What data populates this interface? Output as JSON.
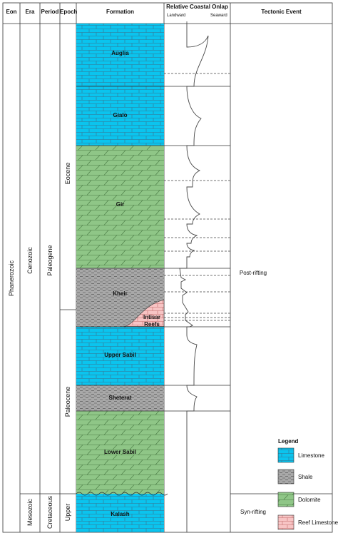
{
  "headers": {
    "eon": "Eon",
    "era": "Era",
    "period": "Period",
    "epoch": "Epoch",
    "formation": "Formation",
    "onlap": "Relative Coastal Onlap",
    "landward": "Landward",
    "seaward": "Seaward",
    "tectonic": "Tectonic Event"
  },
  "eons": [
    {
      "label": "Phanerozoic"
    }
  ],
  "eras": [
    {
      "label": "Cenozoic"
    },
    {
      "label": "Mesozoic"
    }
  ],
  "periods": [
    {
      "label": "Paleogene"
    },
    {
      "label": "Cretaceous"
    }
  ],
  "epochs": [
    {
      "label": "Eocene"
    },
    {
      "label": "Paleocene"
    },
    {
      "label": "Upper"
    }
  ],
  "formations": [
    {
      "label": "Auglia",
      "lithology": "limestone"
    },
    {
      "label": "Gialo",
      "lithology": "limestone"
    },
    {
      "label": "Gir",
      "lithology": "dolomite"
    },
    {
      "label": "Kheir",
      "lithology": "shale"
    },
    {
      "label": "Upper Sabil",
      "lithology": "limestone"
    },
    {
      "label": "Sheterat",
      "lithology": "shale"
    },
    {
      "label": "Lower Sabil",
      "lithology": "dolomite"
    },
    {
      "label": "Kalash",
      "lithology": "limestone"
    }
  ],
  "reef": {
    "label_line1": "Intisar",
    "label_line2": "Reefs",
    "lithology": "reef limestone"
  },
  "tectonic_events": [
    {
      "label": "Post-rifting"
    },
    {
      "label": "Syn-rifting"
    }
  ],
  "legend": {
    "title": "Legend",
    "items": [
      {
        "label": "Limestone",
        "pattern": "limestone"
      },
      {
        "label": "Shale",
        "pattern": "shale"
      },
      {
        "label": "Dolomite",
        "pattern": "dolomite"
      },
      {
        "label": "Reef Limestone",
        "pattern": "reef"
      }
    ]
  },
  "colors": {
    "limestone": "#0bc4ee",
    "dolomite": "#8fc687",
    "shale": "#a8a8a8",
    "reef": "#f7c4c4",
    "line": "#333333"
  }
}
